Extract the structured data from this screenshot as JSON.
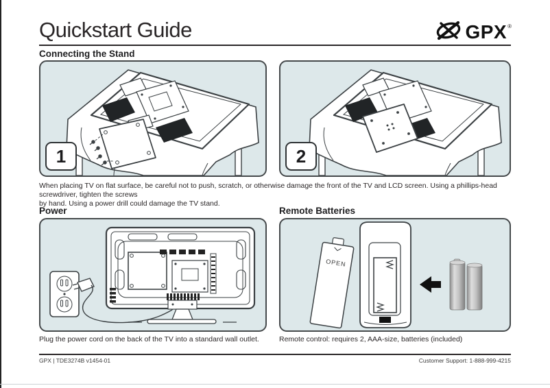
{
  "header": {
    "title": "Quickstart Guide",
    "brand": "GPX",
    "reg_mark": "®"
  },
  "stand_section": {
    "heading": "Connecting the Stand",
    "steps": [
      {
        "number": "1"
      },
      {
        "number": "2"
      }
    ],
    "caution_lines": [
      "When placing TV on flat surface, be careful not to push, scratch, or otherwise damage the front of the TV and LCD screen. Using a phillips-head screwdriver, tighten the screws",
      "by hand. Using a power drill could damage the TV stand."
    ]
  },
  "power_section": {
    "heading": "Power",
    "caption": "Plug the power cord on the back of the TV into a standard wall outlet."
  },
  "remote_section": {
    "heading": "Remote Batteries",
    "battery_cover_label": "OPEN",
    "caption": "Remote control: requires 2, AAA-size, batteries (included)"
  },
  "footer": {
    "document_id": "GPX | TDE3274B v1454-01",
    "support": "Customer Support: 1-888-999-4215"
  },
  "colors": {
    "panel_bg": "#dde8ea",
    "panel_border": "#45494b",
    "ink": "#231f20"
  }
}
